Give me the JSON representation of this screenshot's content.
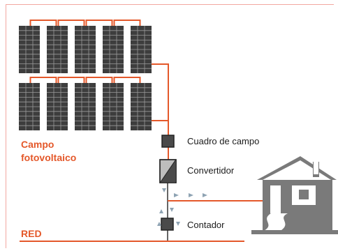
{
  "labels": {
    "pv_field_line1": "Campo",
    "pv_field_line2": "fotovoltaico",
    "field_box": "Cuadro de campo",
    "converter": "Convertidor",
    "meter": "Contador",
    "grid": "RED"
  },
  "colors": {
    "accent": "#e4582a",
    "panel": "#3d3d3d",
    "wire_dark": "#333333",
    "house": "#7a7a7a",
    "frame": "#f2a7a0",
    "arrow": "#8ea3b3"
  },
  "icons": [
    "solar-panel-icon",
    "junction-box-icon",
    "inverter-icon",
    "meter-icon",
    "house-icon",
    "arrow-icon"
  ]
}
